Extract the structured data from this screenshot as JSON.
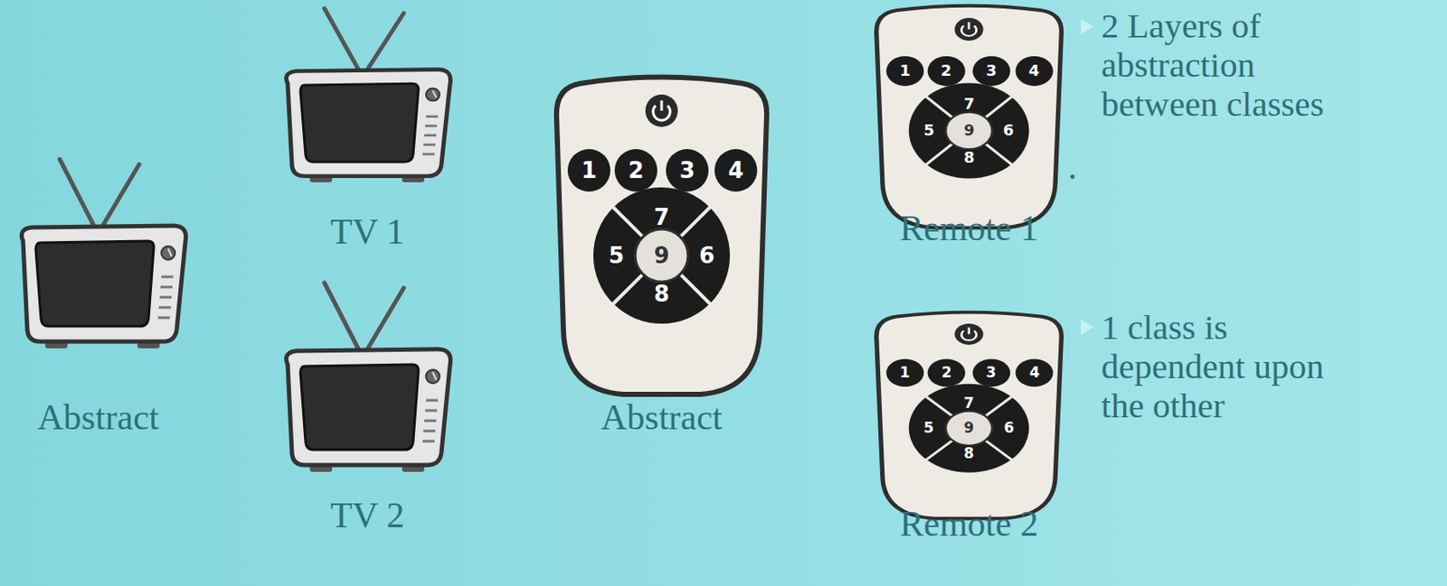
{
  "diagram": {
    "labels": [
      "Abstract",
      "TV 1",
      "TV 2",
      "1",
      "2",
      "3",
      "4",
      "7",
      "5",
      "9",
      "6",
      "8",
      "Abstract",
      "1",
      "2",
      "3",
      "4",
      "7",
      "5",
      "9",
      "6",
      "8",
      "Remote 1",
      ".",
      "1",
      "2",
      "3",
      "4",
      "7",
      "5",
      "9",
      "6",
      "8",
      "Remote 2",
      "2 Layers of abstraction between classes",
      "1 class is dependent upon the other"
    ]
  }
}
